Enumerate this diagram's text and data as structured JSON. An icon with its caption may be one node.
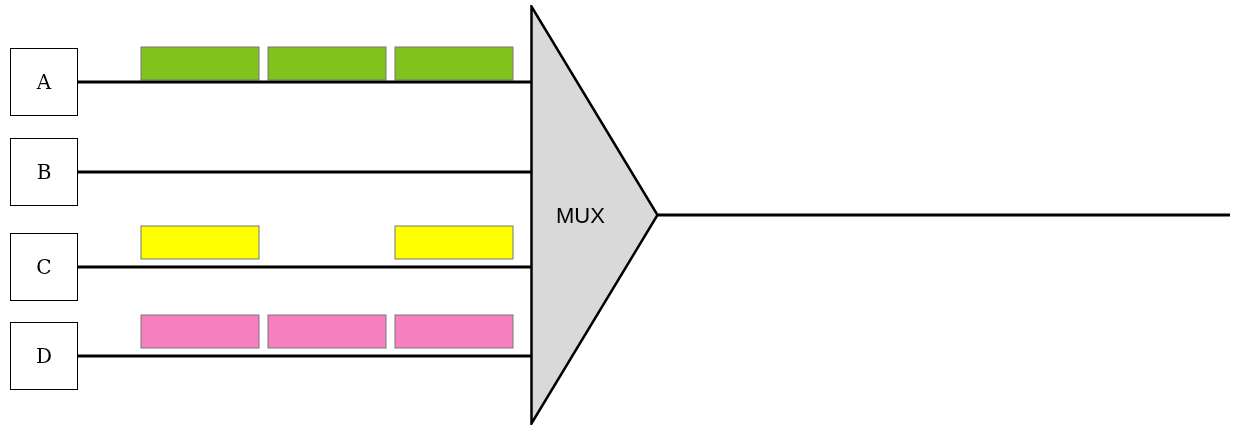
{
  "diagram": {
    "nodes": [
      {
        "text": [
          "A"
        ]
      },
      {
        "text": [
          "B"
        ]
      },
      {
        "text": [
          "C"
        ]
      },
      {
        "text": [
          "D"
        ]
      },
      {
        "text": [
          "MUX"
        ]
      },
      {
        "text": [],
        "shape": "bar"
      },
      {
        "text": [],
        "shape": "bar"
      },
      {
        "text": [],
        "shape": "bar"
      },
      {
        "text": [],
        "shape": "bar"
      },
      {
        "text": [],
        "shape": "bar"
      },
      {
        "text": [],
        "shape": "bar"
      },
      {
        "text": [],
        "shape": "bar"
      },
      {
        "text": [],
        "shape": "bar"
      }
    ],
    "edges": [
      {
        "from": 0,
        "to": 4,
        "arrow": "none"
      },
      {
        "from": 1,
        "to": 4,
        "arrow": "none"
      },
      {
        "from": 2,
        "to": 4,
        "arrow": "none"
      },
      {
        "from": 3,
        "to": 4,
        "arrow": "none"
      },
      {
        "from": 4,
        "to": null,
        "arrow": "none"
      }
    ]
  }
}
